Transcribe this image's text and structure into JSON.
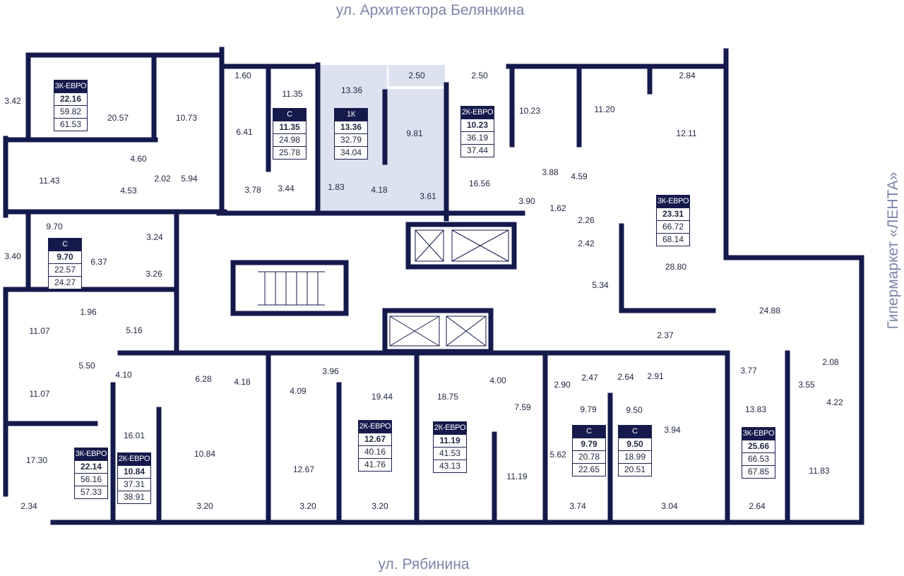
{
  "streets": {
    "top": "ул. Архитектора Белянкина",
    "bottom": "ул. Рябинина",
    "right": "Гипермаркет «ЛЕНТА»"
  },
  "colors": {
    "wall": "#141a4c",
    "highlight": "#dde2f0",
    "street": "#7d84a8"
  },
  "rooms": [
    "3.42",
    "20.57",
    "10.73",
    "1.60",
    "11.35",
    "6.41",
    "13.36",
    "2.50",
    "9.81",
    "2.50",
    "10.23",
    "11.20",
    "2.84",
    "12.11",
    "11.43",
    "4.60",
    "4.53",
    "2.02",
    "5.94",
    "3.78",
    "3.44",
    "1.83",
    "4.18",
    "3.61",
    "16.56",
    "3.88",
    "4.59",
    "3.90",
    "1.62",
    "2.26",
    "2.42",
    "5.34",
    "28.80",
    "9.70",
    "6.37",
    "3.24",
    "3.26",
    "3.40",
    "24.88",
    "11.07",
    "1.96",
    "5.16",
    "11.07",
    "5.50",
    "4.10",
    "6.28",
    "4.18",
    "4.09",
    "3.96",
    "19.44",
    "18.75",
    "4.00",
    "7.59",
    "2.37",
    "2.90",
    "2.47",
    "2.64",
    "2.91",
    "9.79",
    "9.50",
    "3.94",
    "5.62",
    "11.19",
    "3.77",
    "2.08",
    "3.55",
    "4.22",
    "13.83",
    "11.83",
    "17.30",
    "16.01",
    "10.84",
    "12.67",
    "3.20",
    "3.20",
    "3.20",
    "3.74",
    "3.04",
    "2.64",
    "2.34"
  ],
  "apartments": [
    {
      "type": "3К-ЕВРО",
      "living": "22.16",
      "total": "59.82",
      "total_balcony": "61.53"
    },
    {
      "type": "С",
      "living": "11.35",
      "total": "24.98",
      "total_balcony": "25.78"
    },
    {
      "type": "1К",
      "living": "13.36",
      "total": "32.79",
      "total_balcony": "34.04"
    },
    {
      "type": "2К-ЕВРО",
      "living": "10.23",
      "total": "36.19",
      "total_balcony": "37.44"
    },
    {
      "type": "3К-ЕВРО",
      "living": "23.31",
      "total": "66.72",
      "total_balcony": "68.14"
    },
    {
      "type": "С",
      "living": "9.70",
      "total": "22.57",
      "total_balcony": "24.27"
    },
    {
      "type": "3К-ЕВРО",
      "living": "22.14",
      "total": "56.16",
      "total_balcony": "57.33"
    },
    {
      "type": "2К-ЕВРО",
      "living": "10.84",
      "total": "37.31",
      "total_balcony": "38.91"
    },
    {
      "type": "2К-ЕВРО",
      "living": "12.67",
      "total": "40.16",
      "total_balcony": "41.76"
    },
    {
      "type": "2К-ЕВРО",
      "living": "11.19",
      "total": "41.53",
      "total_balcony": "43.13"
    },
    {
      "type": "С",
      "living": "9.79",
      "total": "20.78",
      "total_balcony": "22.65"
    },
    {
      "type": "С",
      "living": "9.50",
      "total": "18.99",
      "total_balcony": "20.51"
    },
    {
      "type": "3К-ЕВРО",
      "living": "25.66",
      "total": "66.53",
      "total_balcony": "67.85"
    }
  ]
}
